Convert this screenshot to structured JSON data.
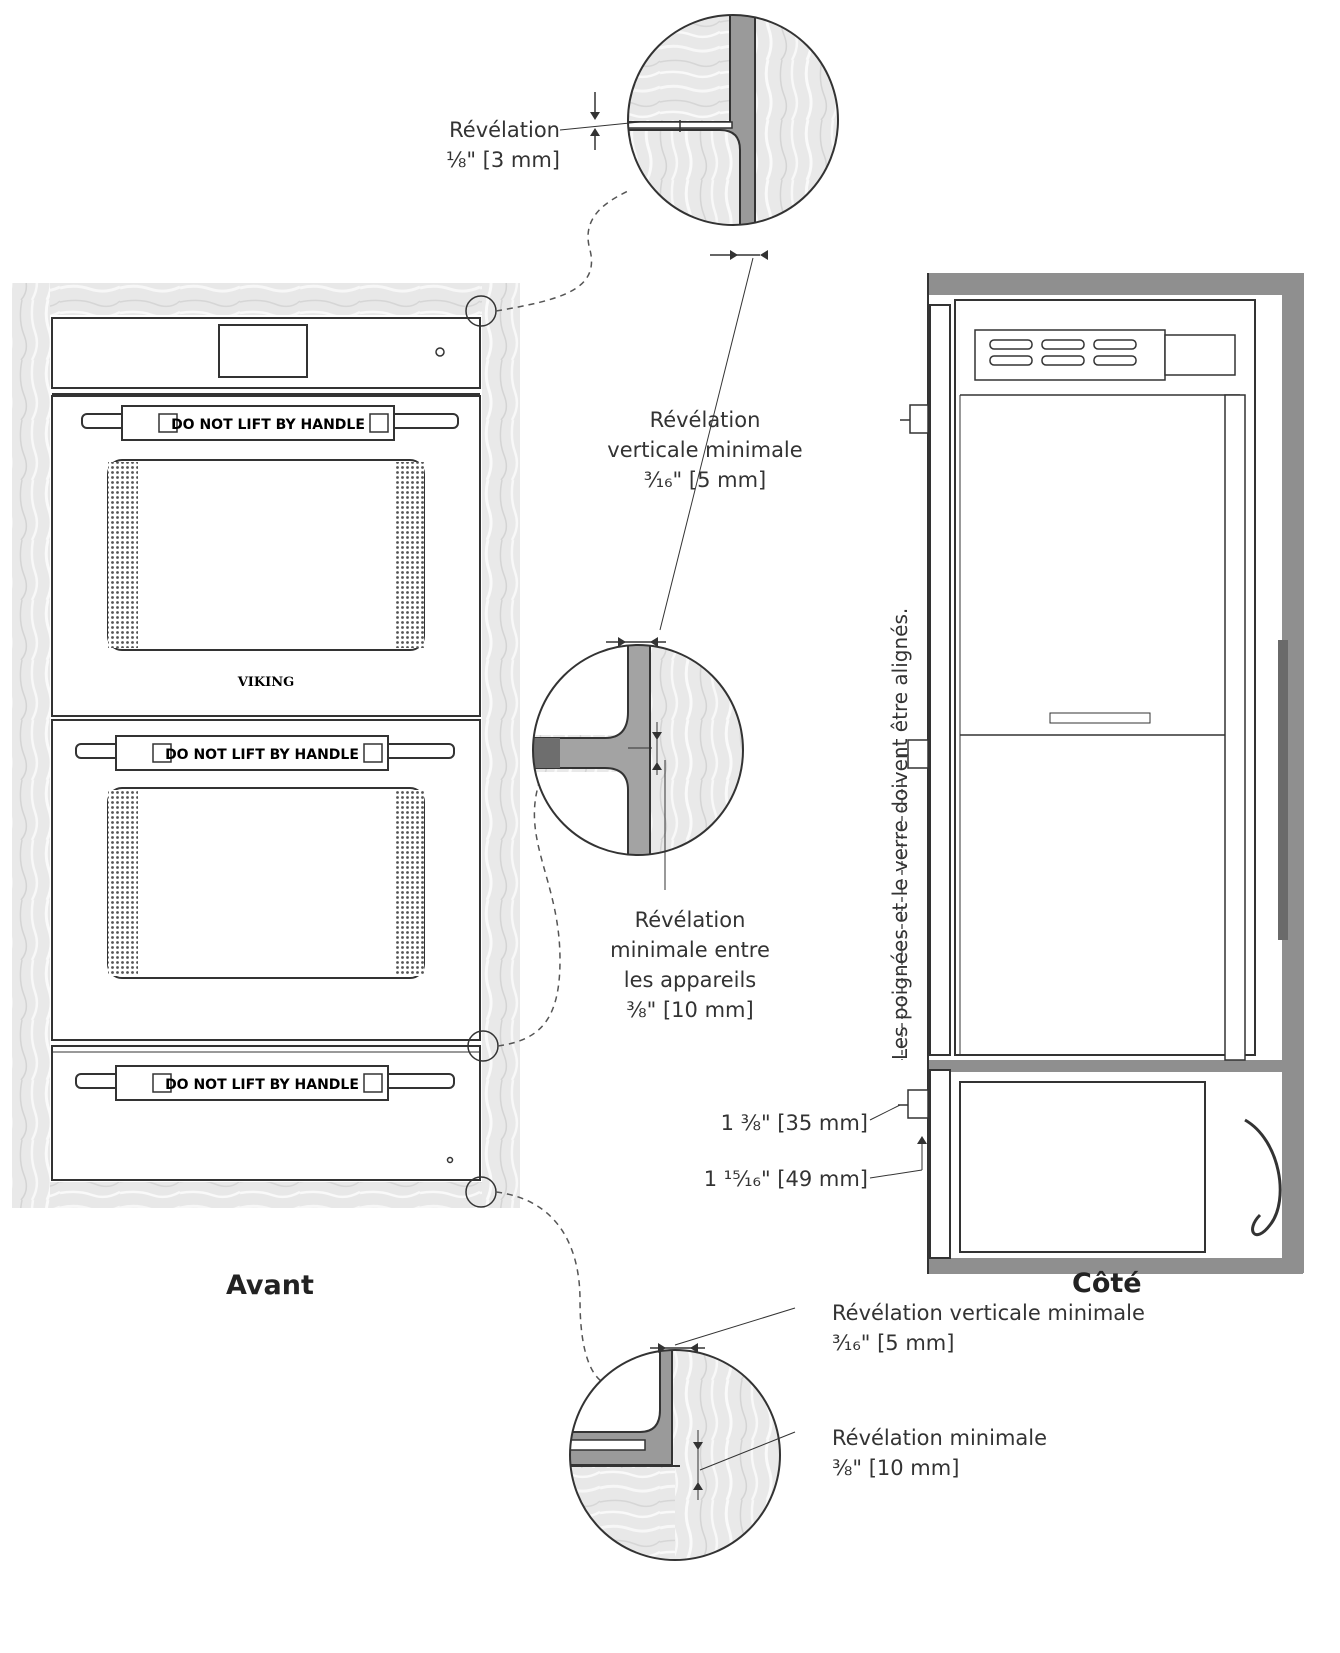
{
  "views": {
    "front": "Avant",
    "side": "Côté"
  },
  "callouts": {
    "top": {
      "line1": "Révélation",
      "line2": "⅛\" [3 mm]"
    },
    "vertical": {
      "line1": "Révélation",
      "line2": "verticale minimale",
      "line3": "³⁄₁₆\" [5 mm]"
    },
    "between": {
      "line1": "Révélation",
      "line2": "minimale entre",
      "line3": "les appareils",
      "line4": "⅜\" [10 mm]"
    },
    "bottom_vertical": {
      "line1": "Révélation verticale minimale",
      "line2": "³⁄₁₆\" [5 mm]"
    },
    "bottom_min": {
      "line1": "Révélation minimale",
      "line2": "⅜\" [10 mm]"
    }
  },
  "side_dims": {
    "d1": "1 ⅜\" [35 mm]",
    "d2": "1 ¹⁵⁄₁₆\" [49 mm]"
  },
  "side_note": "Les poignées et le verre doivent être alignés.",
  "oven": {
    "handle_warning": "DO NOT LIFT BY HANDLE",
    "brand": "VIKING"
  },
  "colors": {
    "wood": "#e7e7e7",
    "cabinet_dark": "#8f8f8f",
    "line": "#333333"
  }
}
